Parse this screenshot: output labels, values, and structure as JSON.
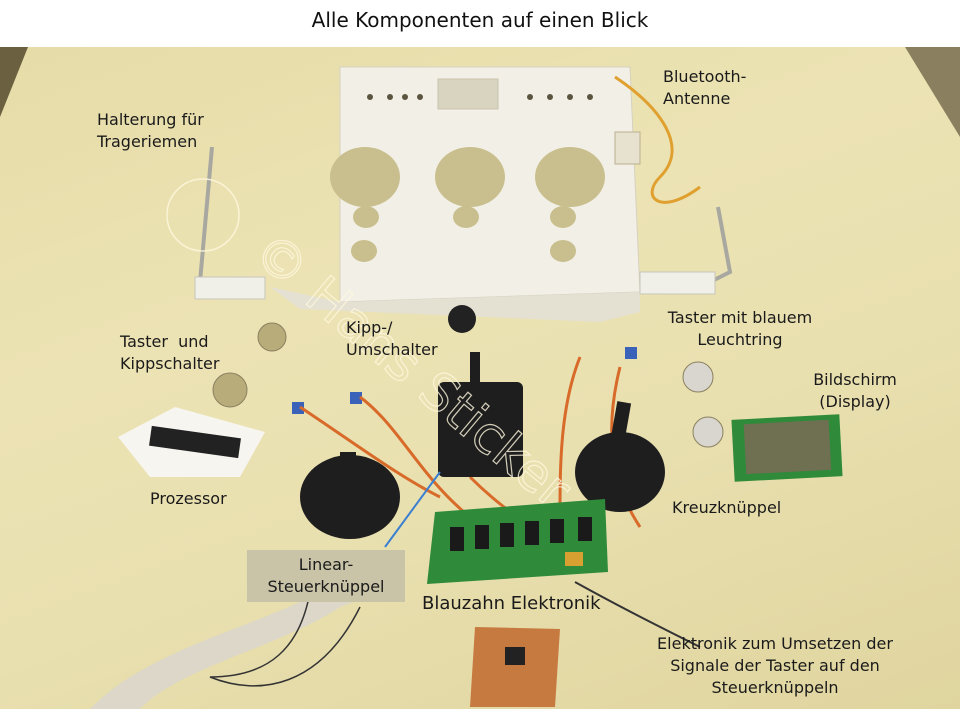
{
  "slide": {
    "title": "Alle Komponenten auf einen Blick"
  },
  "labels": {
    "halterung": [
      "Halterung für",
      "Trageriemen"
    ],
    "bluetooth": [
      "Bluetooth-",
      "Antenne"
    ],
    "taster_kipp": [
      "Taster  und",
      "Kippschalter"
    ],
    "kipp_um": [
      "Kipp-/",
      "Umschalter"
    ],
    "taster_blau": [
      "Taster mit blauem",
      "Leuchtring"
    ],
    "bildschirm": [
      "Bildschirm",
      "(Display)"
    ],
    "prozessor": "Prozessor",
    "kreuz": "Kreuzknüppel",
    "linear": [
      "Linear-",
      "Steuerknüppel"
    ],
    "blauzahn": "Blauzahn Elektronik",
    "umsetzer": [
      "Elektronik zum Umsetzen der",
      "Signale der Taster auf den",
      "Steuerknüppeln"
    ]
  },
  "watermark": "© Hans Sticker",
  "colors": {
    "background": "#e9e0b0",
    "housing": "#f3f0e6",
    "pcb": "#2f8a3a",
    "wire": "#d86a2a",
    "joystick": "#1e1e1e",
    "pointer_line": "#3b7fd0"
  }
}
